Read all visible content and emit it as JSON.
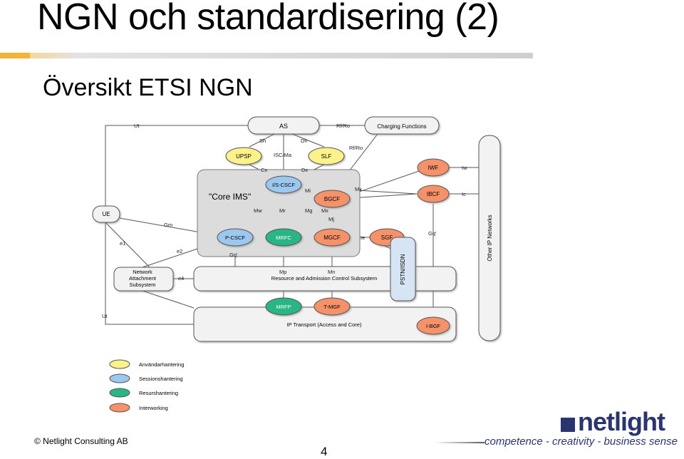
{
  "slide": {
    "title": "NGN och standardisering (2)",
    "subtitle": "Översikt ETSI NGN",
    "page_number": "4",
    "copyright": "© Netlight Consulting AB"
  },
  "logo": {
    "name": "netlight",
    "tagline": "competence - creativity - business sense",
    "color": "#2a356f"
  },
  "diagram": {
    "core_ims_label": "\"Core IMS\"",
    "nodes": {
      "as": "AS",
      "charging": "Charging Functions",
      "upsp": "UPSP",
      "slf": "SLF",
      "iwf": "IWF",
      "is_cscf": "I/S-CSCF",
      "bgcf": "BGCF",
      "ibcf": "IBCF",
      "ue": "UE",
      "p_cscf": "P-CSCF",
      "mrfc": "MRFC",
      "mgcf": "MGCF",
      "sgf": "SGF",
      "nass": [
        "Network",
        "Attachment",
        "Subsystem"
      ],
      "racs": "Resource and Admission Control Subsystem",
      "pstn_isdn": "PSTN/ISDN",
      "mrfp": "MRFP",
      "t_mgf": "T-MGF",
      "ip_transport": "IP Transport (Access and Core)",
      "i_bgf": "I-BGF",
      "other_ip": "Other IP Networks"
    },
    "interfaces": {
      "ut_top": "Ut",
      "rf_ro_1": "Rf/Ro",
      "rf_ro_2": "Rf/Ro",
      "sh": "Sh",
      "dh": "Dh",
      "isc_ma": "ISC/Ma",
      "cx": "Cx",
      "dx": "Dx",
      "iw": "Iw",
      "mi": "Mi",
      "mx_1": "Mx",
      "ic": "Ic",
      "mw": "Mw",
      "mr": "Mr",
      "mg": "Mg",
      "mx_2": "Mx",
      "mj": "Mj",
      "gm": "Gm",
      "ie": "Ie",
      "gq_prime_1": "Gq'",
      "e1": "e1",
      "e2": "e2",
      "gq_prime_2": "Gq'",
      "e4": "e4",
      "mp": "Mp",
      "mn": "Mn",
      "ut_bottom": "Ut"
    },
    "legend": [
      {
        "label": "Användarhantering",
        "color": "#fbf28c"
      },
      {
        "label": "Sessionshantering",
        "color": "#9cc7ef"
      },
      {
        "label": "Resurshantering",
        "color": "#2bb585"
      },
      {
        "label": "Interworking",
        "color": "#f5926b"
      }
    ],
    "colors": {
      "user": "#fbf28c",
      "session": "#9cc7ef",
      "resource": "#2bb585",
      "interworking": "#f5926b",
      "box_fill": "#f2f2f2",
      "core_fill": "#dcdcdc",
      "line": "#555555"
    }
  }
}
